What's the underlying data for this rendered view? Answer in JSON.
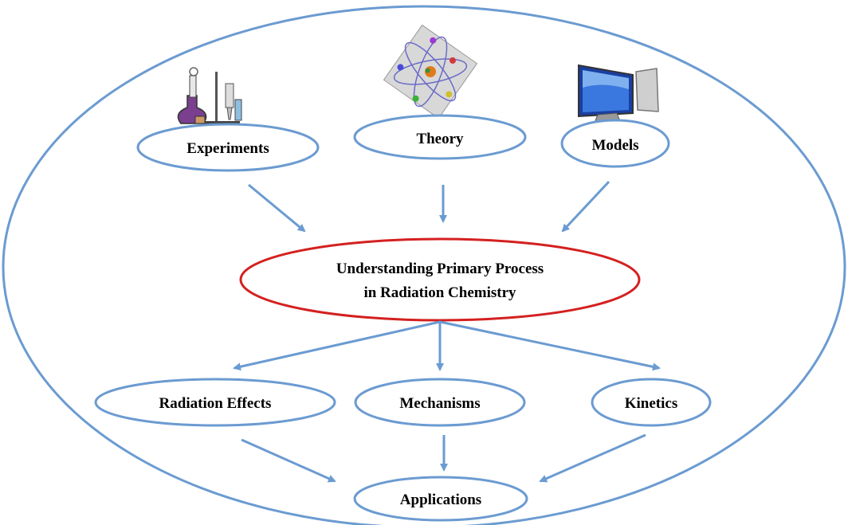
{
  "colors": {
    "outline": "#6b9bd1",
    "center_outline": "#d42020",
    "arrow": "#6b9bd1",
    "text": "#000000"
  },
  "icons": {
    "experiments": "lab-glassware-icon",
    "theory": "atom-model-icon",
    "models": "computer-monitor-icon"
  },
  "nodes": {
    "experiments": "Experiments",
    "theory": "Theory",
    "models": "Models",
    "center_line1": "Understanding Primary Process",
    "center_line2": "in Radiation Chemistry",
    "radiation_effects": "Radiation Effects",
    "mechanisms": "Mechanisms",
    "kinetics": "Kinetics",
    "applications": "Applications"
  }
}
